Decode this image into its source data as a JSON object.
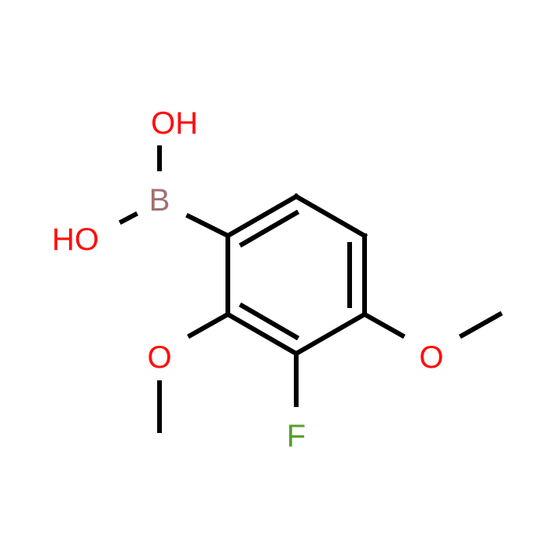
{
  "molecule": {
    "atoms": [
      {
        "id": "o_top",
        "symbol": "OH",
        "element": "O"
      },
      {
        "id": "b",
        "symbol": "B",
        "element": "B"
      },
      {
        "id": "o_left",
        "symbol": "HO",
        "element": "O"
      },
      {
        "id": "o_methoxy_left",
        "symbol": "O",
        "element": "O"
      },
      {
        "id": "f",
        "symbol": "F",
        "element": "F"
      },
      {
        "id": "o_methoxy_right",
        "symbol": "O",
        "element": "O"
      }
    ],
    "colors": {
      "bond": "#000000",
      "oxygen": "#ff0d0d",
      "boron": "#a07070",
      "fluorine": "#5a9e32"
    }
  }
}
